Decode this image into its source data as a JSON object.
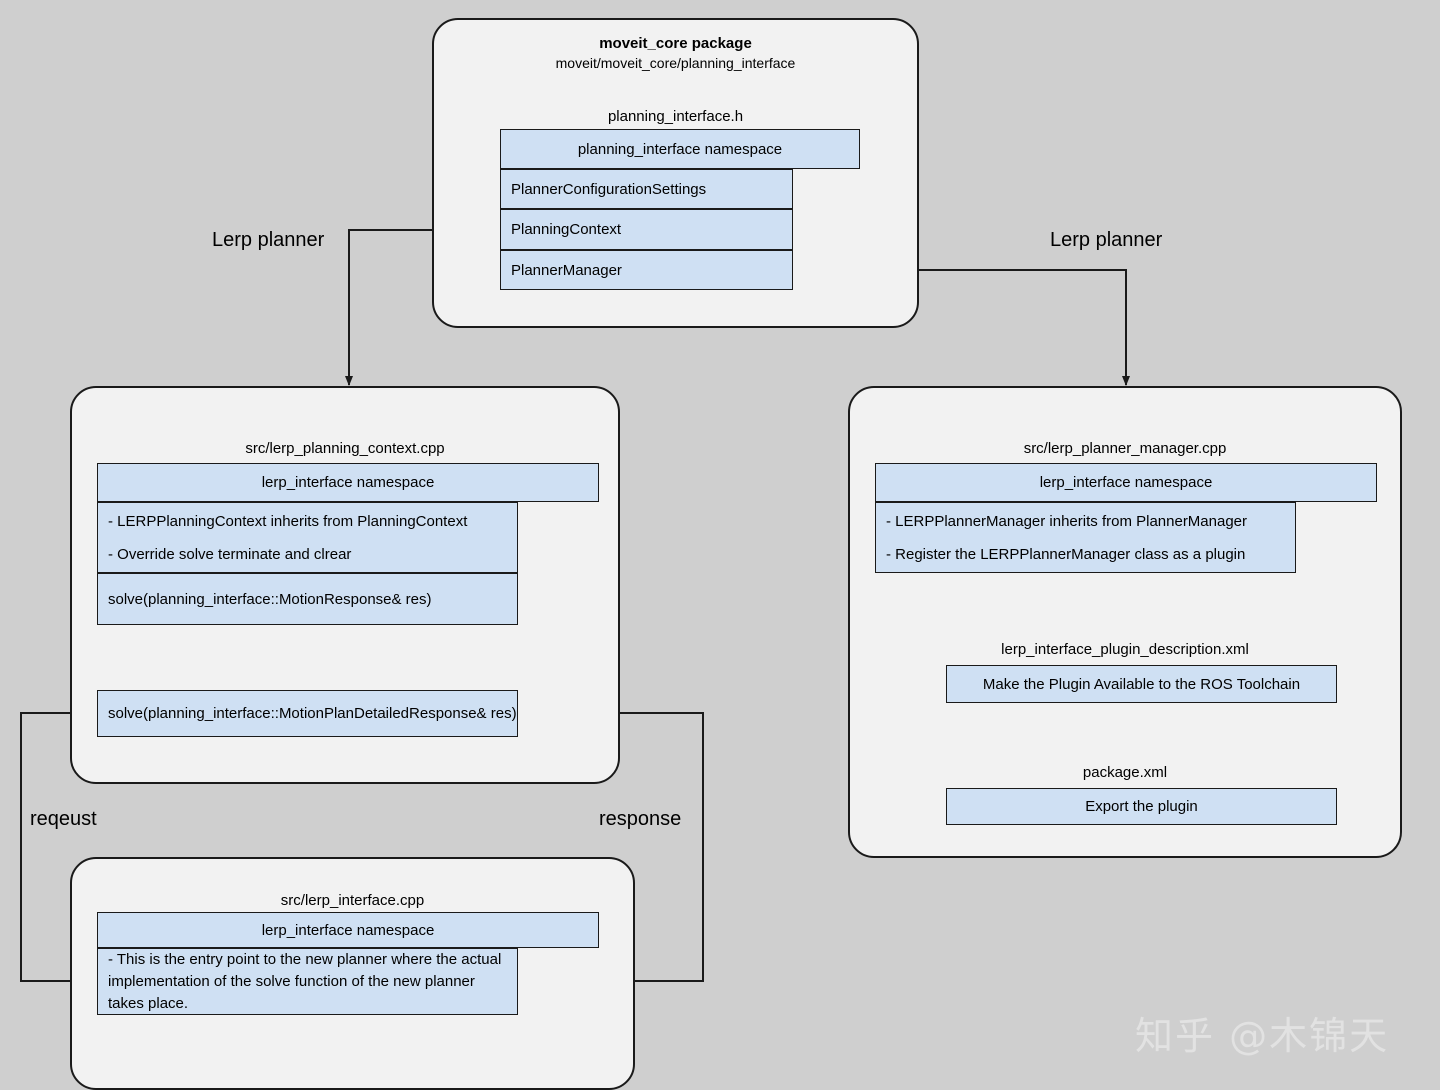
{
  "diagram": {
    "background_color": "#cfcfcf",
    "panel_color": "#f2f2f2",
    "box_color": "#cfe0f3",
    "line_color": "#1a1a1a"
  },
  "panels": {
    "moveit_core": {
      "title": "moveit_core package",
      "subtitle": "moveit/moveit_core/planning_interface",
      "file_label": "planning_interface.h",
      "namespace_box": "planning_interface namespace",
      "members": [
        "PlannerConfigurationSettings",
        "PlanningContext",
        "PlannerManager"
      ]
    },
    "lerp_planning_context": {
      "file_label": "src/lerp_planning_context.cpp",
      "namespace_box": "lerp_interface namespace",
      "notes": [
        "- LERPPlanningContext inherits from PlanningContext",
        "-  Override solve terminate and clrear"
      ],
      "solve_box": "solve(planning_interface::MotionResponse& res)",
      "detailed_solve_box": "solve(planning_interface::MotionPlanDetailedResponse& res)"
    },
    "lerp_planner_manager": {
      "file_label": "src/lerp_planner_manager.cpp",
      "namespace_box": "lerp_interface namespace",
      "notes": [
        "- LERPPlannerManager inherits from PlannerManager",
        "- Register the LERPPlannerManager class as a plugin"
      ],
      "plugin_description_label": "lerp_interface_plugin_description.xml",
      "plugin_description_box": "Make the Plugin Available to the ROS Toolchain",
      "package_xml_label": "package.xml",
      "package_xml_box": "Export the plugin"
    },
    "lerp_interface": {
      "file_label": "src/lerp_interface.cpp",
      "namespace_box": "lerp_interface namespace",
      "description": "- This is the entry point to the new planner  where the actual implementation of the solve function of the new planner takes place."
    }
  },
  "edge_labels": {
    "lerp_planner_left": "Lerp planner",
    "lerp_planner_right": "Lerp planner",
    "request": "reqeust",
    "response": "response"
  },
  "watermark": {
    "text": "知乎 @木锦天"
  }
}
